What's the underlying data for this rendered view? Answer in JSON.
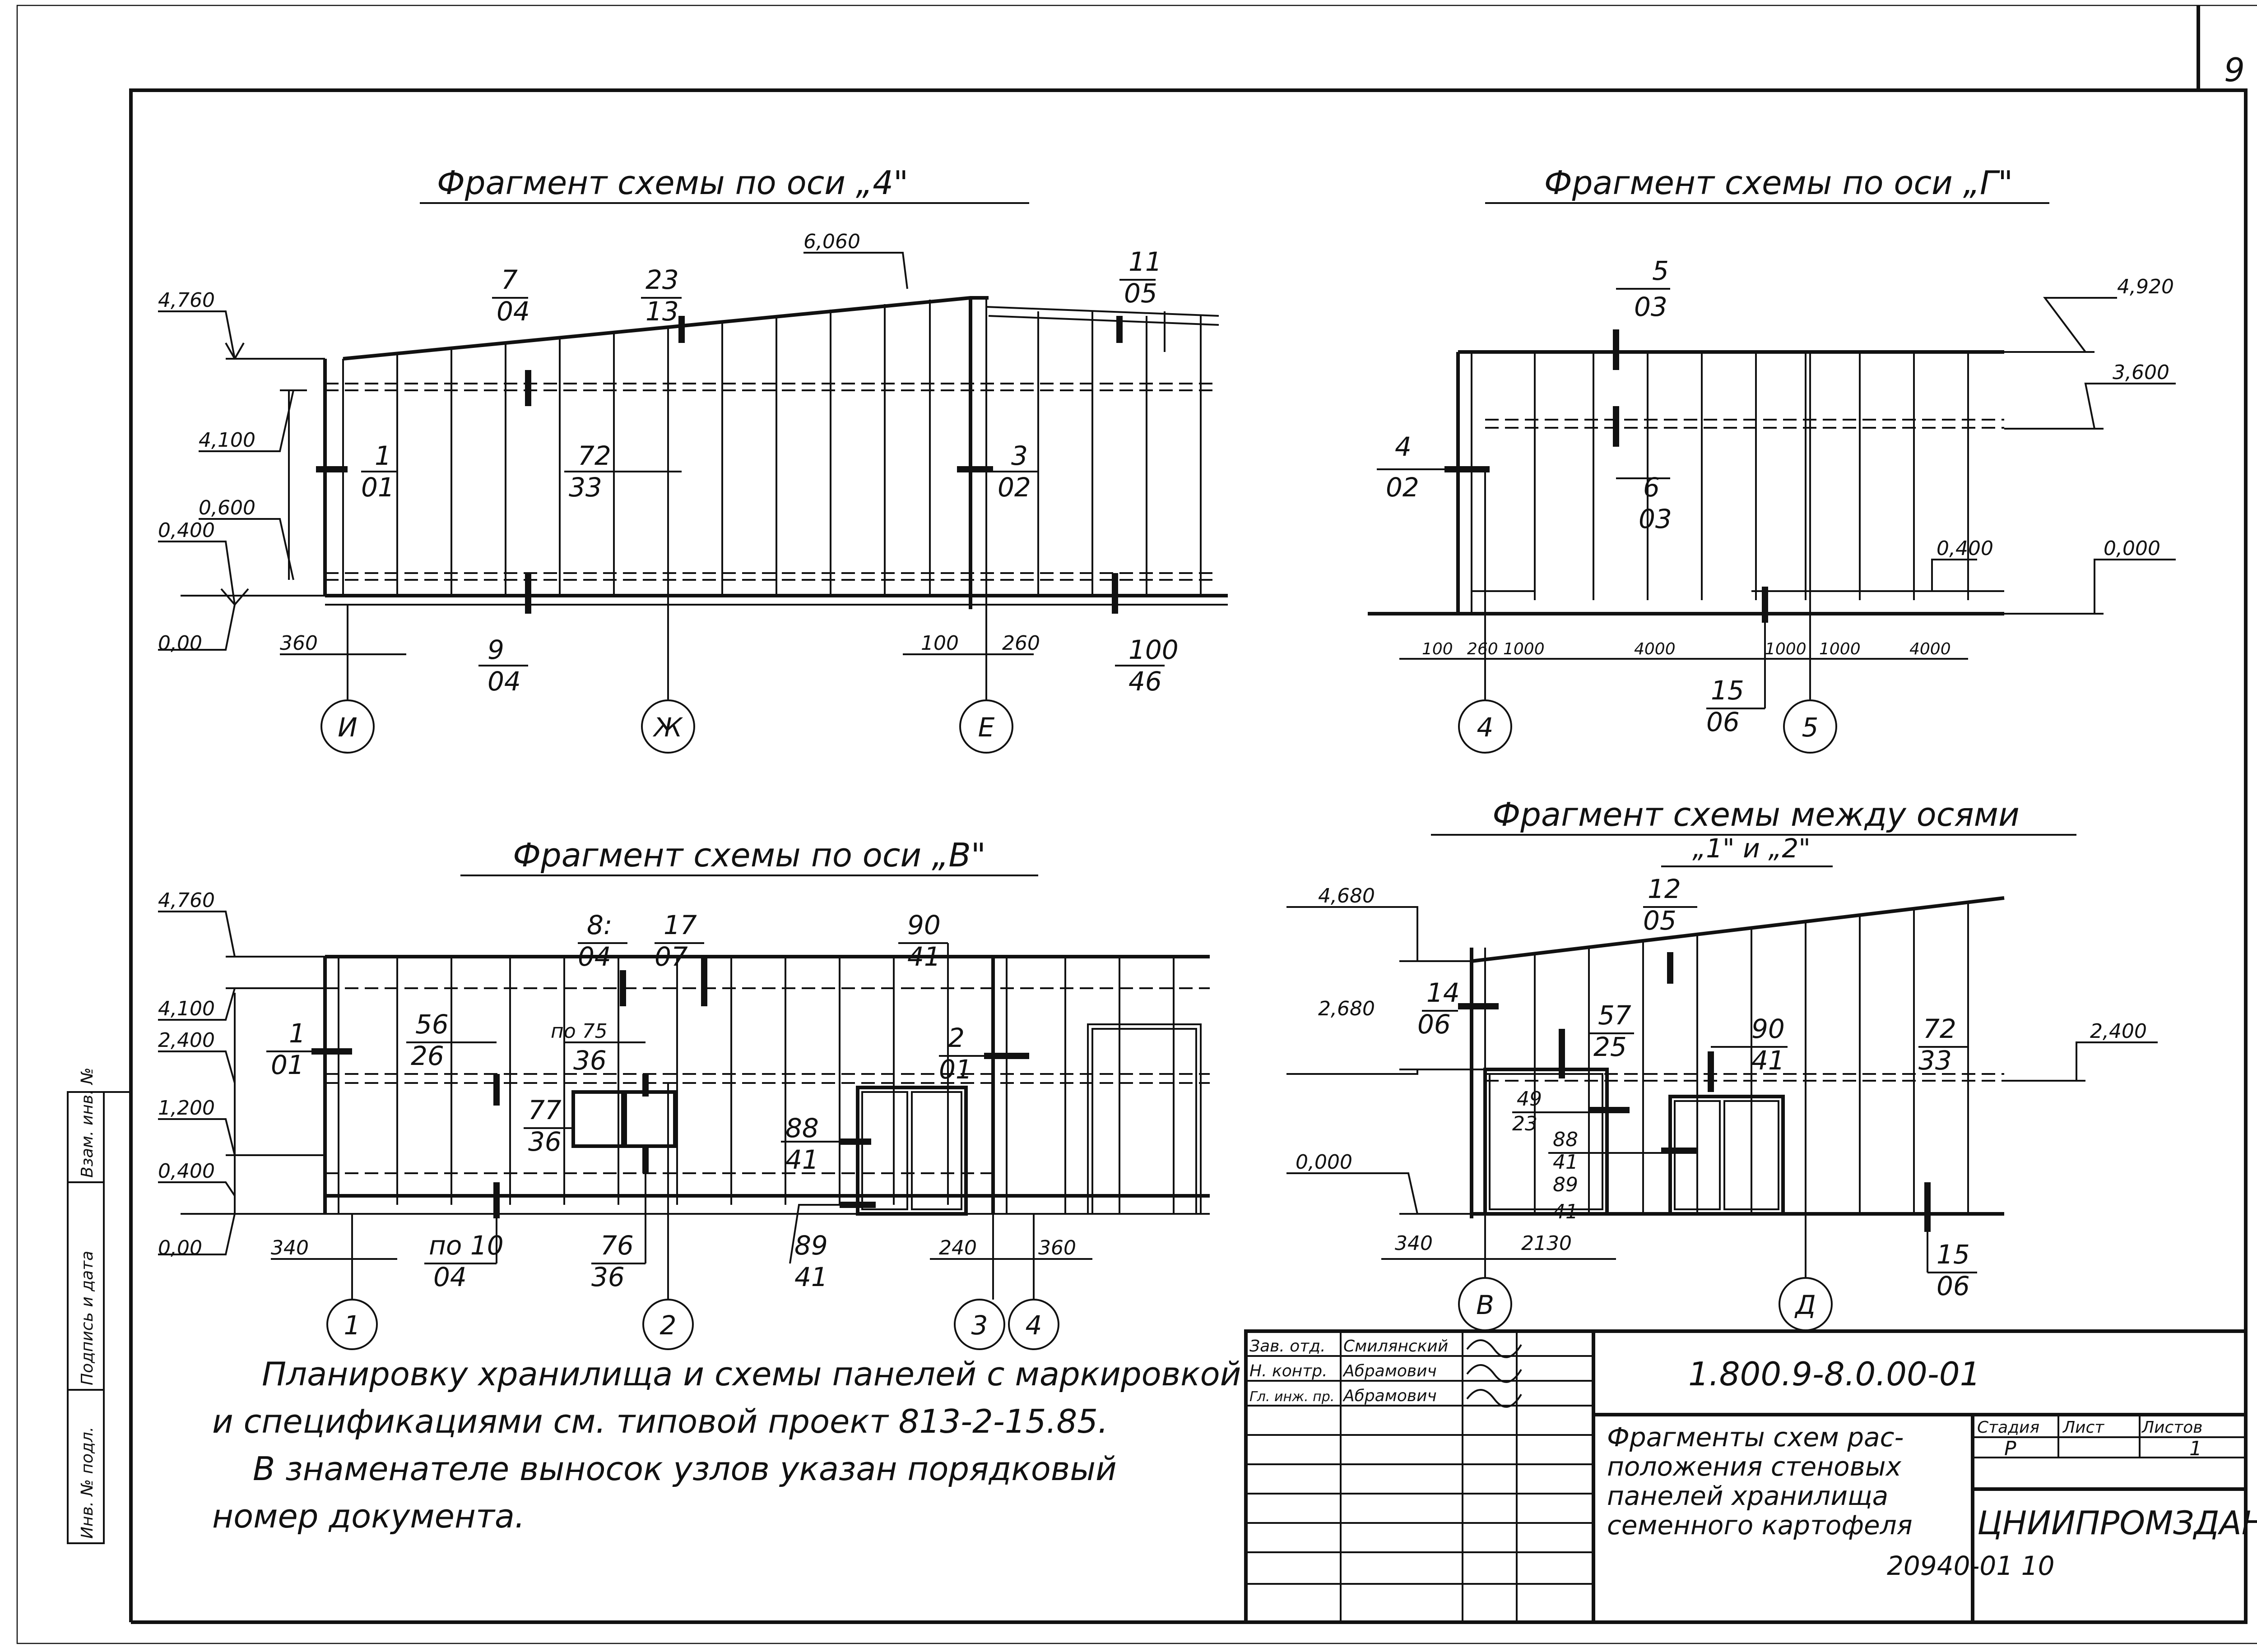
{
  "page_number": "9",
  "titles": {
    "axis4": "Фрагмент схемы по оси „4\"",
    "axisG": "Фрагмент схемы по оси „Г\"",
    "axisV": "Фрагмент схемы по оси „В\"",
    "between_l1": "Фрагмент схемы между осями",
    "between_l2": "„1\" и „2\""
  },
  "frag_axis4": {
    "elev": [
      "4,760",
      "4,100",
      "0,600",
      "0,400",
      "0,00",
      "6,060"
    ],
    "dims": [
      "360",
      "100",
      "260"
    ],
    "callouts": [
      {
        "num": "7",
        "den": "04"
      },
      {
        "num": "23",
        "den": "13"
      },
      {
        "num": "11",
        "den": "05"
      },
      {
        "num": "1",
        "den": "01"
      },
      {
        "num": "72",
        "den": "33"
      },
      {
        "num": "3",
        "den": "02"
      },
      {
        "num": "9",
        "den": "04"
      },
      {
        "num": "100",
        "den": "46"
      }
    ],
    "axes": [
      "И",
      "Ж",
      "Е"
    ]
  },
  "frag_axisG": {
    "elev": [
      "4,920",
      "3,600",
      "0,400",
      "0,000"
    ],
    "dims": [
      "100",
      "260",
      "1000",
      "4000",
      "1000",
      "1000",
      "4000"
    ],
    "callouts": [
      {
        "num": "5",
        "den": "03"
      },
      {
        "num": "4",
        "den": "02"
      },
      {
        "num": "6",
        "den": "03"
      },
      {
        "num": "15",
        "den": "06"
      }
    ],
    "axes": [
      "4",
      "5"
    ]
  },
  "frag_axisV": {
    "elev": [
      "4,760",
      "4,100",
      "2,400",
      "1,200",
      "0,400",
      "0,00"
    ],
    "dims": [
      "340",
      "240",
      "360"
    ],
    "callouts": [
      {
        "num": "8:",
        "den": "04·"
      },
      {
        "num": "17",
        "den": "07"
      },
      {
        "num": "90",
        "den": "41"
      },
      {
        "num": "1",
        "den": "01"
      },
      {
        "num": "56",
        "den": "26"
      },
      {
        "num": "по 75",
        "den": "36"
      },
      {
        "num": "2",
        "den": "01"
      },
      {
        "num": "77",
        "den": "36"
      },
      {
        "num": "88",
        "den": "41"
      },
      {
        "num": "по 10",
        "den": "04"
      },
      {
        "num": "76",
        "den": "36"
      },
      {
        "num": "89",
        "den": "41"
      }
    ],
    "axes": [
      "1",
      "2",
      "3",
      "4"
    ]
  },
  "frag_between": {
    "elev": [
      "4,680",
      "2,680",
      "0,000",
      "2,400"
    ],
    "dims": [
      "340",
      "2130"
    ],
    "callouts": [
      {
        "num": "12",
        "den": "05"
      },
      {
        "num": "14",
        "den": "06"
      },
      {
        "num": "57",
        "den": "25"
      },
      {
        "num": "90",
        "den": "41"
      },
      {
        "num": "72",
        "den": "33"
      },
      {
        "num": "49",
        "den": "23"
      },
      {
        "num": "88",
        "den": "41"
      },
      {
        "num": "89",
        "den": "41"
      },
      {
        "num": "15",
        "den": "06"
      }
    ],
    "axes": [
      "В",
      "Д"
    ]
  },
  "notes": [
    "Планировку хранилища и схемы панелей с маркировкой",
    "и спецификациями см. типовой проект 813-2-15.85.",
    "В знаменателе выносок узлов указан порядковый",
    "номер документа."
  ],
  "stamp": {
    "doc_code": "1.800.9-8.0.00-01",
    "roles": [
      "Зав. отд.",
      "Н. контр.",
      "Гл. инж. пр."
    ],
    "names": [
      "Смилянский",
      "Абрамович",
      "Абрамович"
    ],
    "title_lines": [
      "Фрагменты схем рас-",
      "положения стеновых",
      "панелей хранилища",
      "семенного картофеля"
    ],
    "stage_label": "Стадия",
    "sheet_label": "Лист",
    "sheets_label": "Листов",
    "stage": "Р",
    "sheets": "1",
    "org": "ЦНИИПРОМЗДАНИЙ"
  },
  "side_labels": [
    "Инв. № подл.",
    "Подпись и дата",
    "Взам. инв. №"
  ],
  "bottom_code": "20940-01 10"
}
